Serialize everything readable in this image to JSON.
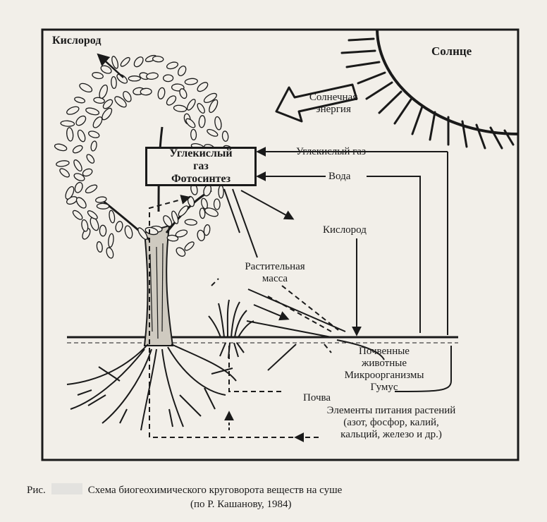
{
  "labels": {
    "oxygen_top": "Кислород",
    "sun": "Солнце",
    "solar_energy": [
      "Солнечная",
      "энергия"
    ],
    "photosynthesis_box": [
      "Углекислый",
      "газ",
      "Фотосинтез"
    ],
    "co2": "Углекислый газ",
    "water": "Вода",
    "oxygen_mid": "Кислород",
    "plant_mass": [
      "Растительная",
      "масса"
    ],
    "soil_organisms": [
      "Почвенные",
      "животные",
      "Микроорганизмы",
      "Гумус"
    ],
    "soil": "Почва",
    "nutrients": [
      "Элементы питания растений",
      "(азот, фосфор, калий,",
      "кальций, железо и др.)"
    ]
  },
  "caption": {
    "prefix": "Рис.",
    "title": "Схема биогеохимического круговорота веществ на суше",
    "source": "(по Р. Кашанову, 1984)"
  },
  "colors": {
    "ink": "#1a1a1a",
    "paper": "#f2efe9"
  }
}
